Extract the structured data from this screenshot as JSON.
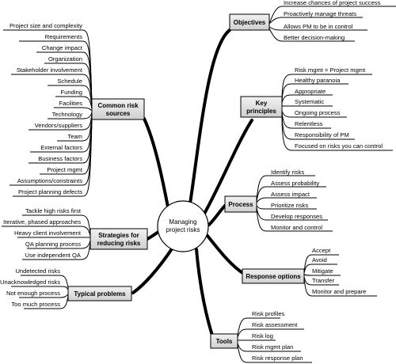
{
  "center": {
    "line1": "Managing",
    "line2": "project risks"
  },
  "objectives": {
    "label": "Objectives",
    "items": [
      "Increase chances of project success",
      "Proactively manage threats",
      "Allows PM to be in control",
      "Better decision-making"
    ]
  },
  "key_principles": {
    "label_line1": "Key",
    "label_line2": "principles",
    "items": [
      "Risk mgmt = Project mgmt",
      "Healthy paranoia",
      "Appropriate",
      "Systematic",
      "Ongoing process",
      "Relentless",
      "Responsibility of PM",
      "Focused on risks you can control"
    ]
  },
  "process": {
    "label": "Process",
    "items": [
      "Identify risks",
      "Assess probability",
      "Assess impact",
      "Prioritize risks",
      "Develop responses",
      "Monitor and control"
    ]
  },
  "response_options": {
    "label": "Response options",
    "items": [
      "Accept",
      "Avoid",
      "Mitigate",
      "Transfer",
      "Monitor and prepare"
    ]
  },
  "tools": {
    "label": "Tools",
    "items": [
      "Risk profiles",
      "Risk assessment",
      "Risk log",
      "Risk mgmt plan",
      "Risk response plan"
    ]
  },
  "common_risk_sources": {
    "label_line1": "Common risk",
    "label_line2": "sources",
    "items": [
      "Project size and complexity",
      "Requirements",
      "Change impact",
      "Organization",
      "Stakeholder involvement",
      "Schedule",
      "Funding",
      "Facilities",
      "Technology",
      "Vendors/suppliers",
      "Team",
      "External factors",
      "Business factors",
      "Project mgmt",
      "Assumptions/constraints",
      "Project planning defects"
    ]
  },
  "strategies": {
    "label_line1": "Strategies for",
    "label_line2": "reducing risks",
    "items": [
      "Tackle high risks first",
      "Iterative, phased approaches",
      "Heavy client involvement",
      "QA planning process",
      "Use independent QA"
    ]
  },
  "typical_problems": {
    "label": "Typical problems",
    "items": [
      "Undetected risks",
      "Unacknowledged risks",
      "Not enough process",
      "Too much process"
    ]
  }
}
